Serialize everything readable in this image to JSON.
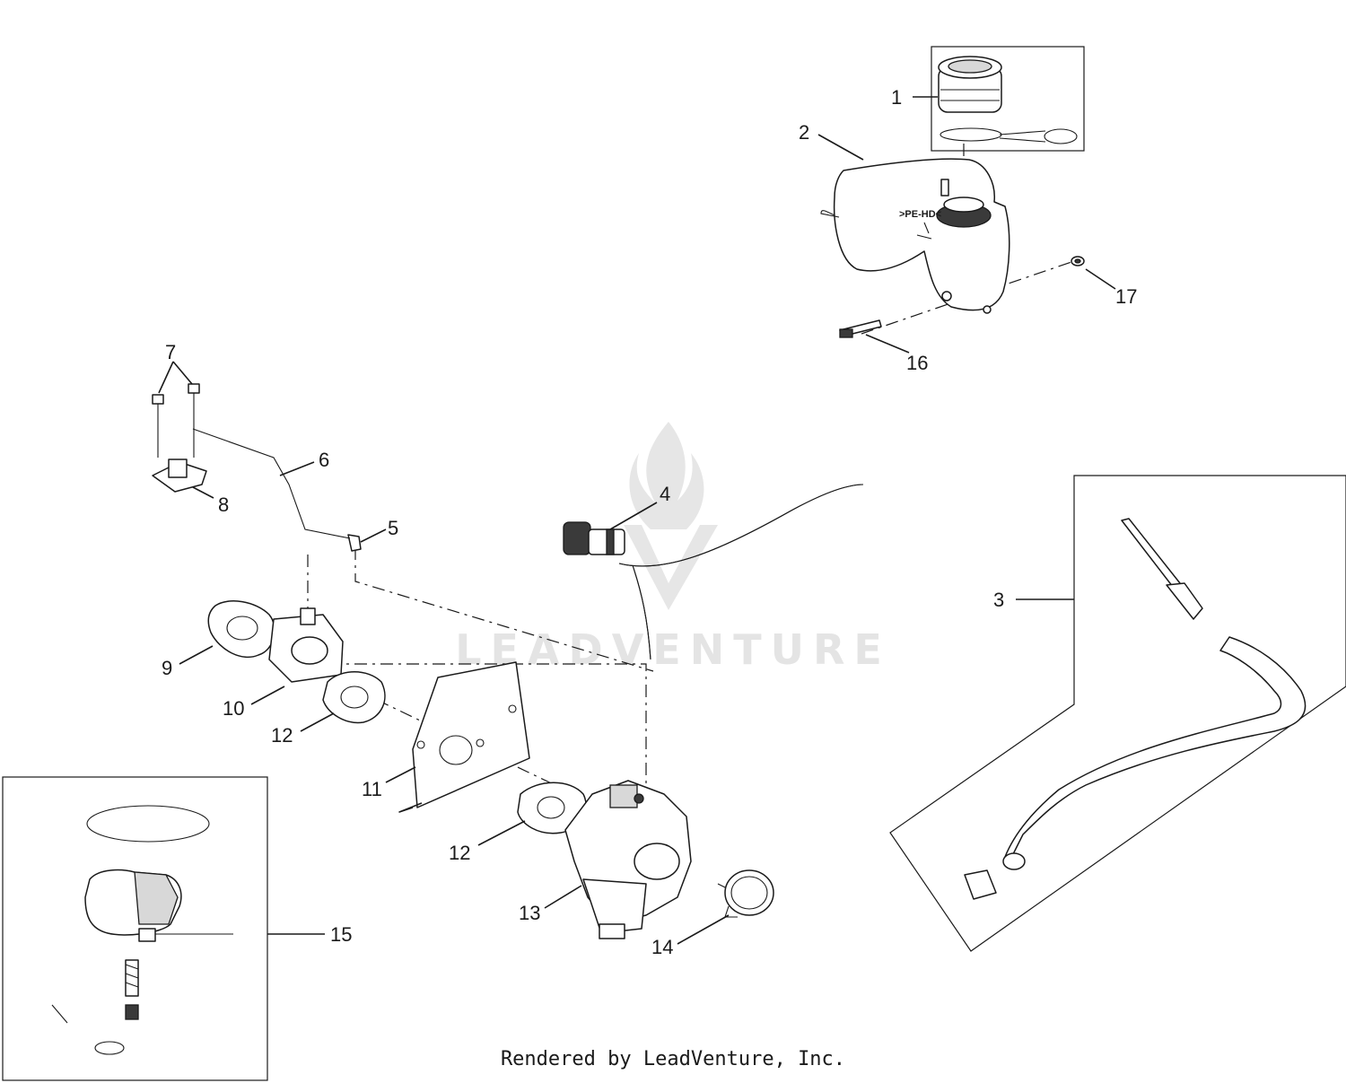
{
  "watermark": {
    "text": "LEADVENTURE"
  },
  "footer": {
    "text": "Rendered by LeadVenture, Inc."
  },
  "callouts": {
    "c1": "1",
    "c2": "2",
    "c3": "3",
    "c4": "4",
    "c5": "5",
    "c6": "6",
    "c7": "7",
    "c8": "8",
    "c9": "9",
    "c10": "10",
    "c11": "11",
    "c12a": "12",
    "c12b": "12",
    "c13": "13",
    "c14": "14",
    "c15": "15",
    "c16": "16",
    "c17": "17"
  },
  "tank_label": ">PE-HD<"
}
